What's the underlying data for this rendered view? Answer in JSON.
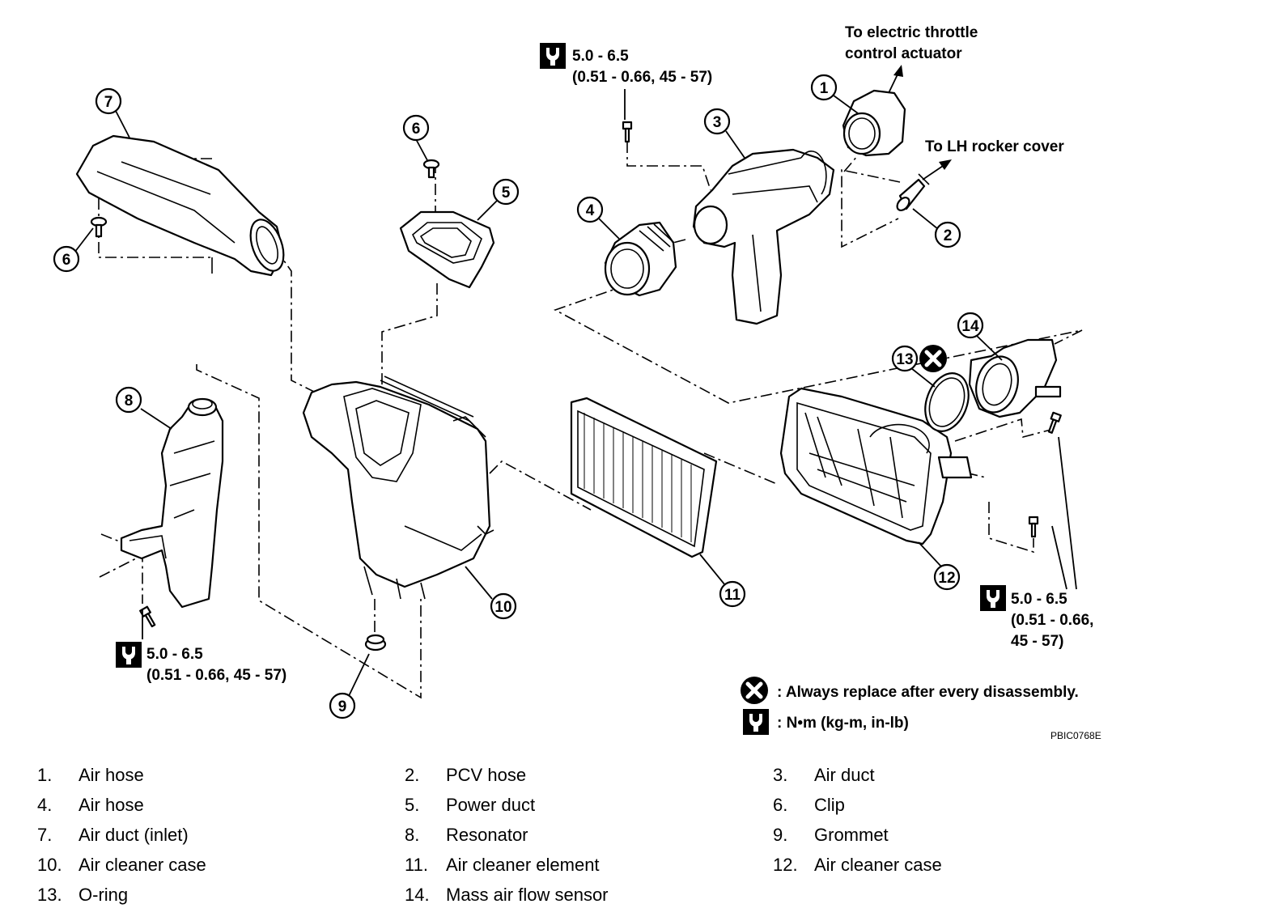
{
  "callouts": {
    "c1": "1",
    "c2": "2",
    "c3": "3",
    "c4": "4",
    "c5": "5",
    "c6a": "6",
    "c6b": "6",
    "c7": "7",
    "c8": "8",
    "c9": "9",
    "c10": "10",
    "c11": "11",
    "c12": "12",
    "c13": "13",
    "c14": "14"
  },
  "annotations": {
    "throttle_line1": "To electric throttle",
    "throttle_line2": "control actuator",
    "rocker": "To LH rocker cover"
  },
  "torques": {
    "top": {
      "line1": "5.0 - 6.5",
      "line2": "(0.51 - 0.66, 45 - 57)"
    },
    "left": {
      "line1": "5.0 - 6.5",
      "line2": "(0.51 - 0.66, 45 - 57)"
    },
    "right": {
      "line1": "5.0 - 6.5",
      "line2": "(0.51 - 0.66,",
      "line3": "45 - 57)"
    }
  },
  "legend": {
    "replace": ": Always replace after every disassembly.",
    "units": ":  N•m  (kg-m,  in-lb)"
  },
  "figure_code": "PBIC0768E",
  "parts": [
    {
      "num": "1.",
      "name": "Air hose"
    },
    {
      "num": "2.",
      "name": "PCV hose"
    },
    {
      "num": "3.",
      "name": "Air duct"
    },
    {
      "num": "4.",
      "name": "Air hose"
    },
    {
      "num": "5.",
      "name": "Power duct"
    },
    {
      "num": "6.",
      "name": "Clip"
    },
    {
      "num": "7.",
      "name": "Air duct (inlet)"
    },
    {
      "num": "8.",
      "name": "Resonator"
    },
    {
      "num": "9.",
      "name": "Grommet"
    },
    {
      "num": "10.",
      "name": "Air cleaner case"
    },
    {
      "num": "11.",
      "name": "Air cleaner element"
    },
    {
      "num": "12.",
      "name": "Air cleaner case"
    },
    {
      "num": "13.",
      "name": "O-ring"
    },
    {
      "num": "14.",
      "name": "Mass air flow sensor"
    }
  ]
}
